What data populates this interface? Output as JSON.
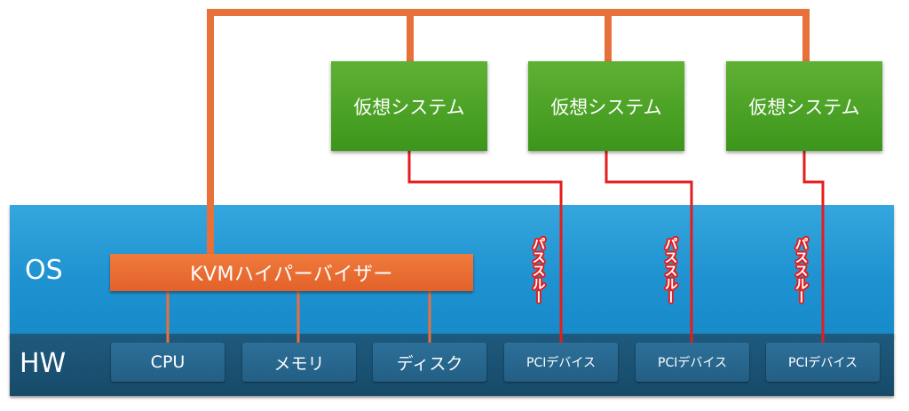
{
  "layers": {
    "os_label": "OS",
    "hw_label": "HW"
  },
  "hypervisor": {
    "label": "KVMハイパーバイザー"
  },
  "virtual_systems": [
    {
      "label": "仮想システム"
    },
    {
      "label": "仮想システム"
    },
    {
      "label": "仮想システム"
    }
  ],
  "hardware": [
    {
      "label": "CPU"
    },
    {
      "label": "メモリ"
    },
    {
      "label": "ディスク"
    },
    {
      "label": "PCIデバイス"
    },
    {
      "label": "PCIデバイス"
    },
    {
      "label": "PCIデバイス"
    }
  ],
  "passthrough": [
    {
      "label": "パススルー"
    },
    {
      "label": "パススルー"
    },
    {
      "label": "パススルー"
    }
  ],
  "colors": {
    "management_line": "#e8703a",
    "passthrough_line": "#e41d1d",
    "hypervisor": "#e8682e",
    "virtual_system": "#4aa226",
    "os_layer": "#2a9bd6",
    "hw_layer": "#1b5174"
  }
}
